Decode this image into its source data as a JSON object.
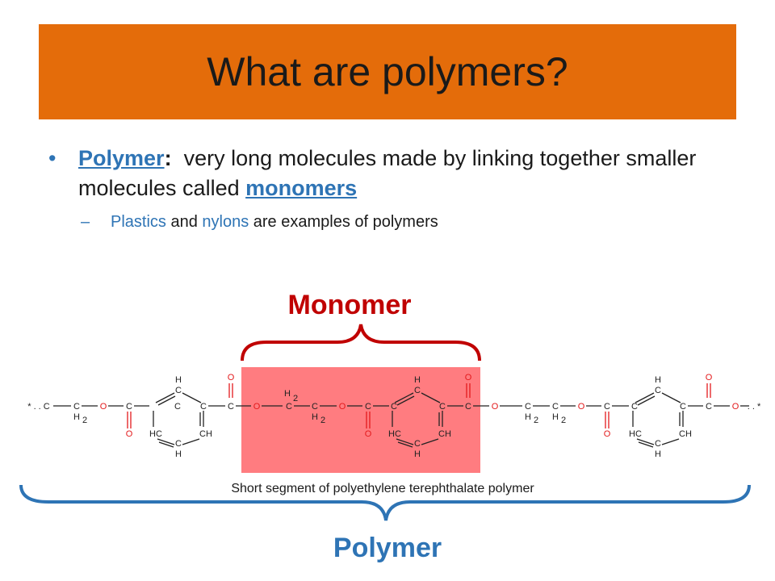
{
  "slide": {
    "title": "What are polymers?",
    "bullet1": {
      "term": "Polymer",
      "colon": ":",
      "text_mid": "  very long molecules made by linking together smaller molecules called ",
      "term2": "monomers"
    },
    "bullet2": {
      "dash": "–",
      "w1": "Plastics",
      "t1": " and ",
      "w2": "nylons",
      "t2": " are examples of polymers"
    },
    "monomer_label": "Monomer",
    "polymer_label": "Polymer",
    "caption": "Short segment of polyethylene terephthalate polymer"
  },
  "colors": {
    "title_bg": "#e46c0a",
    "accent_blue": "#2e74b5",
    "monomer_red": "#c00000",
    "highlight": "#ff7c80",
    "oxygen_red": "#e31a1c"
  },
  "molecule": {
    "end_left": "* . . C",
    "end_right": ". . *",
    "atoms": {
      "C": "C",
      "O": "O",
      "H": "H",
      "HC": "HC",
      "CH": "CH",
      "sub2": "2"
    }
  }
}
